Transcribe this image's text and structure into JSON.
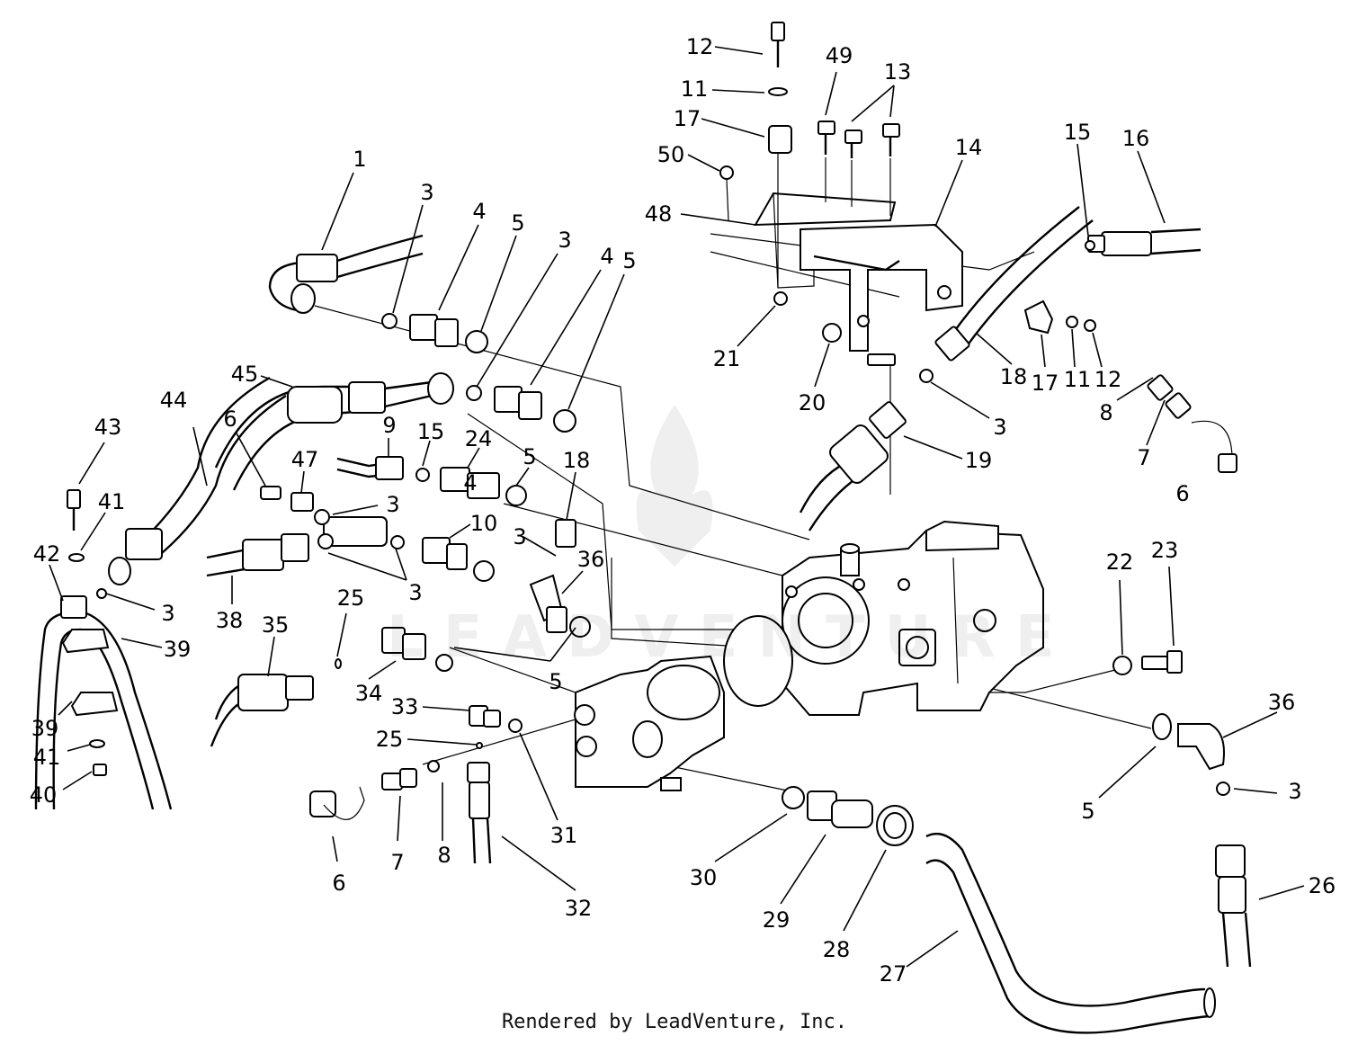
{
  "watermark": "LEADVENTURE",
  "credit": "Rendered by LeadVenture, Inc.",
  "callouts": [
    {
      "id": "c1",
      "text": "1"
    },
    {
      "id": "c3a",
      "text": "3"
    },
    {
      "id": "c4a",
      "text": "4"
    },
    {
      "id": "c5a",
      "text": "5"
    },
    {
      "id": "c3b",
      "text": "3"
    },
    {
      "id": "c4b",
      "text": "4"
    },
    {
      "id": "c5b",
      "text": "5"
    },
    {
      "id": "c12a",
      "text": "12"
    },
    {
      "id": "c11a",
      "text": "11"
    },
    {
      "id": "c17a",
      "text": "17"
    },
    {
      "id": "c50",
      "text": "50"
    },
    {
      "id": "c49",
      "text": "49"
    },
    {
      "id": "c13",
      "text": "13"
    },
    {
      "id": "c48",
      "text": "48"
    },
    {
      "id": "c14",
      "text": "14"
    },
    {
      "id": "c15a",
      "text": "15"
    },
    {
      "id": "c16",
      "text": "16"
    },
    {
      "id": "c21",
      "text": "21"
    },
    {
      "id": "c20",
      "text": "20"
    },
    {
      "id": "c18a",
      "text": "18"
    },
    {
      "id": "c17b",
      "text": "17"
    },
    {
      "id": "c11b",
      "text": "11"
    },
    {
      "id": "c12b",
      "text": "12"
    },
    {
      "id": "c8a",
      "text": "8"
    },
    {
      "id": "c3c",
      "text": "3"
    },
    {
      "id": "c19",
      "text": "19"
    },
    {
      "id": "c7a",
      "text": "7"
    },
    {
      "id": "c6a",
      "text": "6"
    },
    {
      "id": "c45",
      "text": "45"
    },
    {
      "id": "c44",
      "text": "44"
    },
    {
      "id": "c43",
      "text": "43"
    },
    {
      "id": "c6b",
      "text": "6"
    },
    {
      "id": "c9",
      "text": "9"
    },
    {
      "id": "c15b",
      "text": "15"
    },
    {
      "id": "c24",
      "text": "24"
    },
    {
      "id": "c5c",
      "text": "5"
    },
    {
      "id": "c18b",
      "text": "18"
    },
    {
      "id": "c47",
      "text": "47"
    },
    {
      "id": "c3d",
      "text": "3"
    },
    {
      "id": "c4c",
      "text": "4"
    },
    {
      "id": "c41a",
      "text": "41"
    },
    {
      "id": "c42",
      "text": "42"
    },
    {
      "id": "c10",
      "text": "10"
    },
    {
      "id": "c3e",
      "text": "3"
    },
    {
      "id": "c36a",
      "text": "36"
    },
    {
      "id": "c3f",
      "text": "3"
    },
    {
      "id": "c3g",
      "text": "3"
    },
    {
      "id": "c38",
      "text": "38"
    },
    {
      "id": "c25a",
      "text": "25"
    },
    {
      "id": "c35",
      "text": "35"
    },
    {
      "id": "c39a",
      "text": "39"
    },
    {
      "id": "c22",
      "text": "22"
    },
    {
      "id": "c23",
      "text": "23"
    },
    {
      "id": "c5d",
      "text": "5"
    },
    {
      "id": "c34",
      "text": "34"
    },
    {
      "id": "c33",
      "text": "33"
    },
    {
      "id": "c39b",
      "text": "39"
    },
    {
      "id": "c36b",
      "text": "36"
    },
    {
      "id": "c25b",
      "text": "25"
    },
    {
      "id": "c41b",
      "text": "41"
    },
    {
      "id": "c40",
      "text": "40"
    },
    {
      "id": "c3h",
      "text": "3"
    },
    {
      "id": "c5e",
      "text": "5"
    },
    {
      "id": "c31",
      "text": "31"
    },
    {
      "id": "c6c",
      "text": "6"
    },
    {
      "id": "c7b",
      "text": "7"
    },
    {
      "id": "c8b",
      "text": "8"
    },
    {
      "id": "c32",
      "text": "32"
    },
    {
      "id": "c30",
      "text": "30"
    },
    {
      "id": "c29",
      "text": "29"
    },
    {
      "id": "c28",
      "text": "28"
    },
    {
      "id": "c27",
      "text": "27"
    },
    {
      "id": "c26",
      "text": "26"
    }
  ]
}
